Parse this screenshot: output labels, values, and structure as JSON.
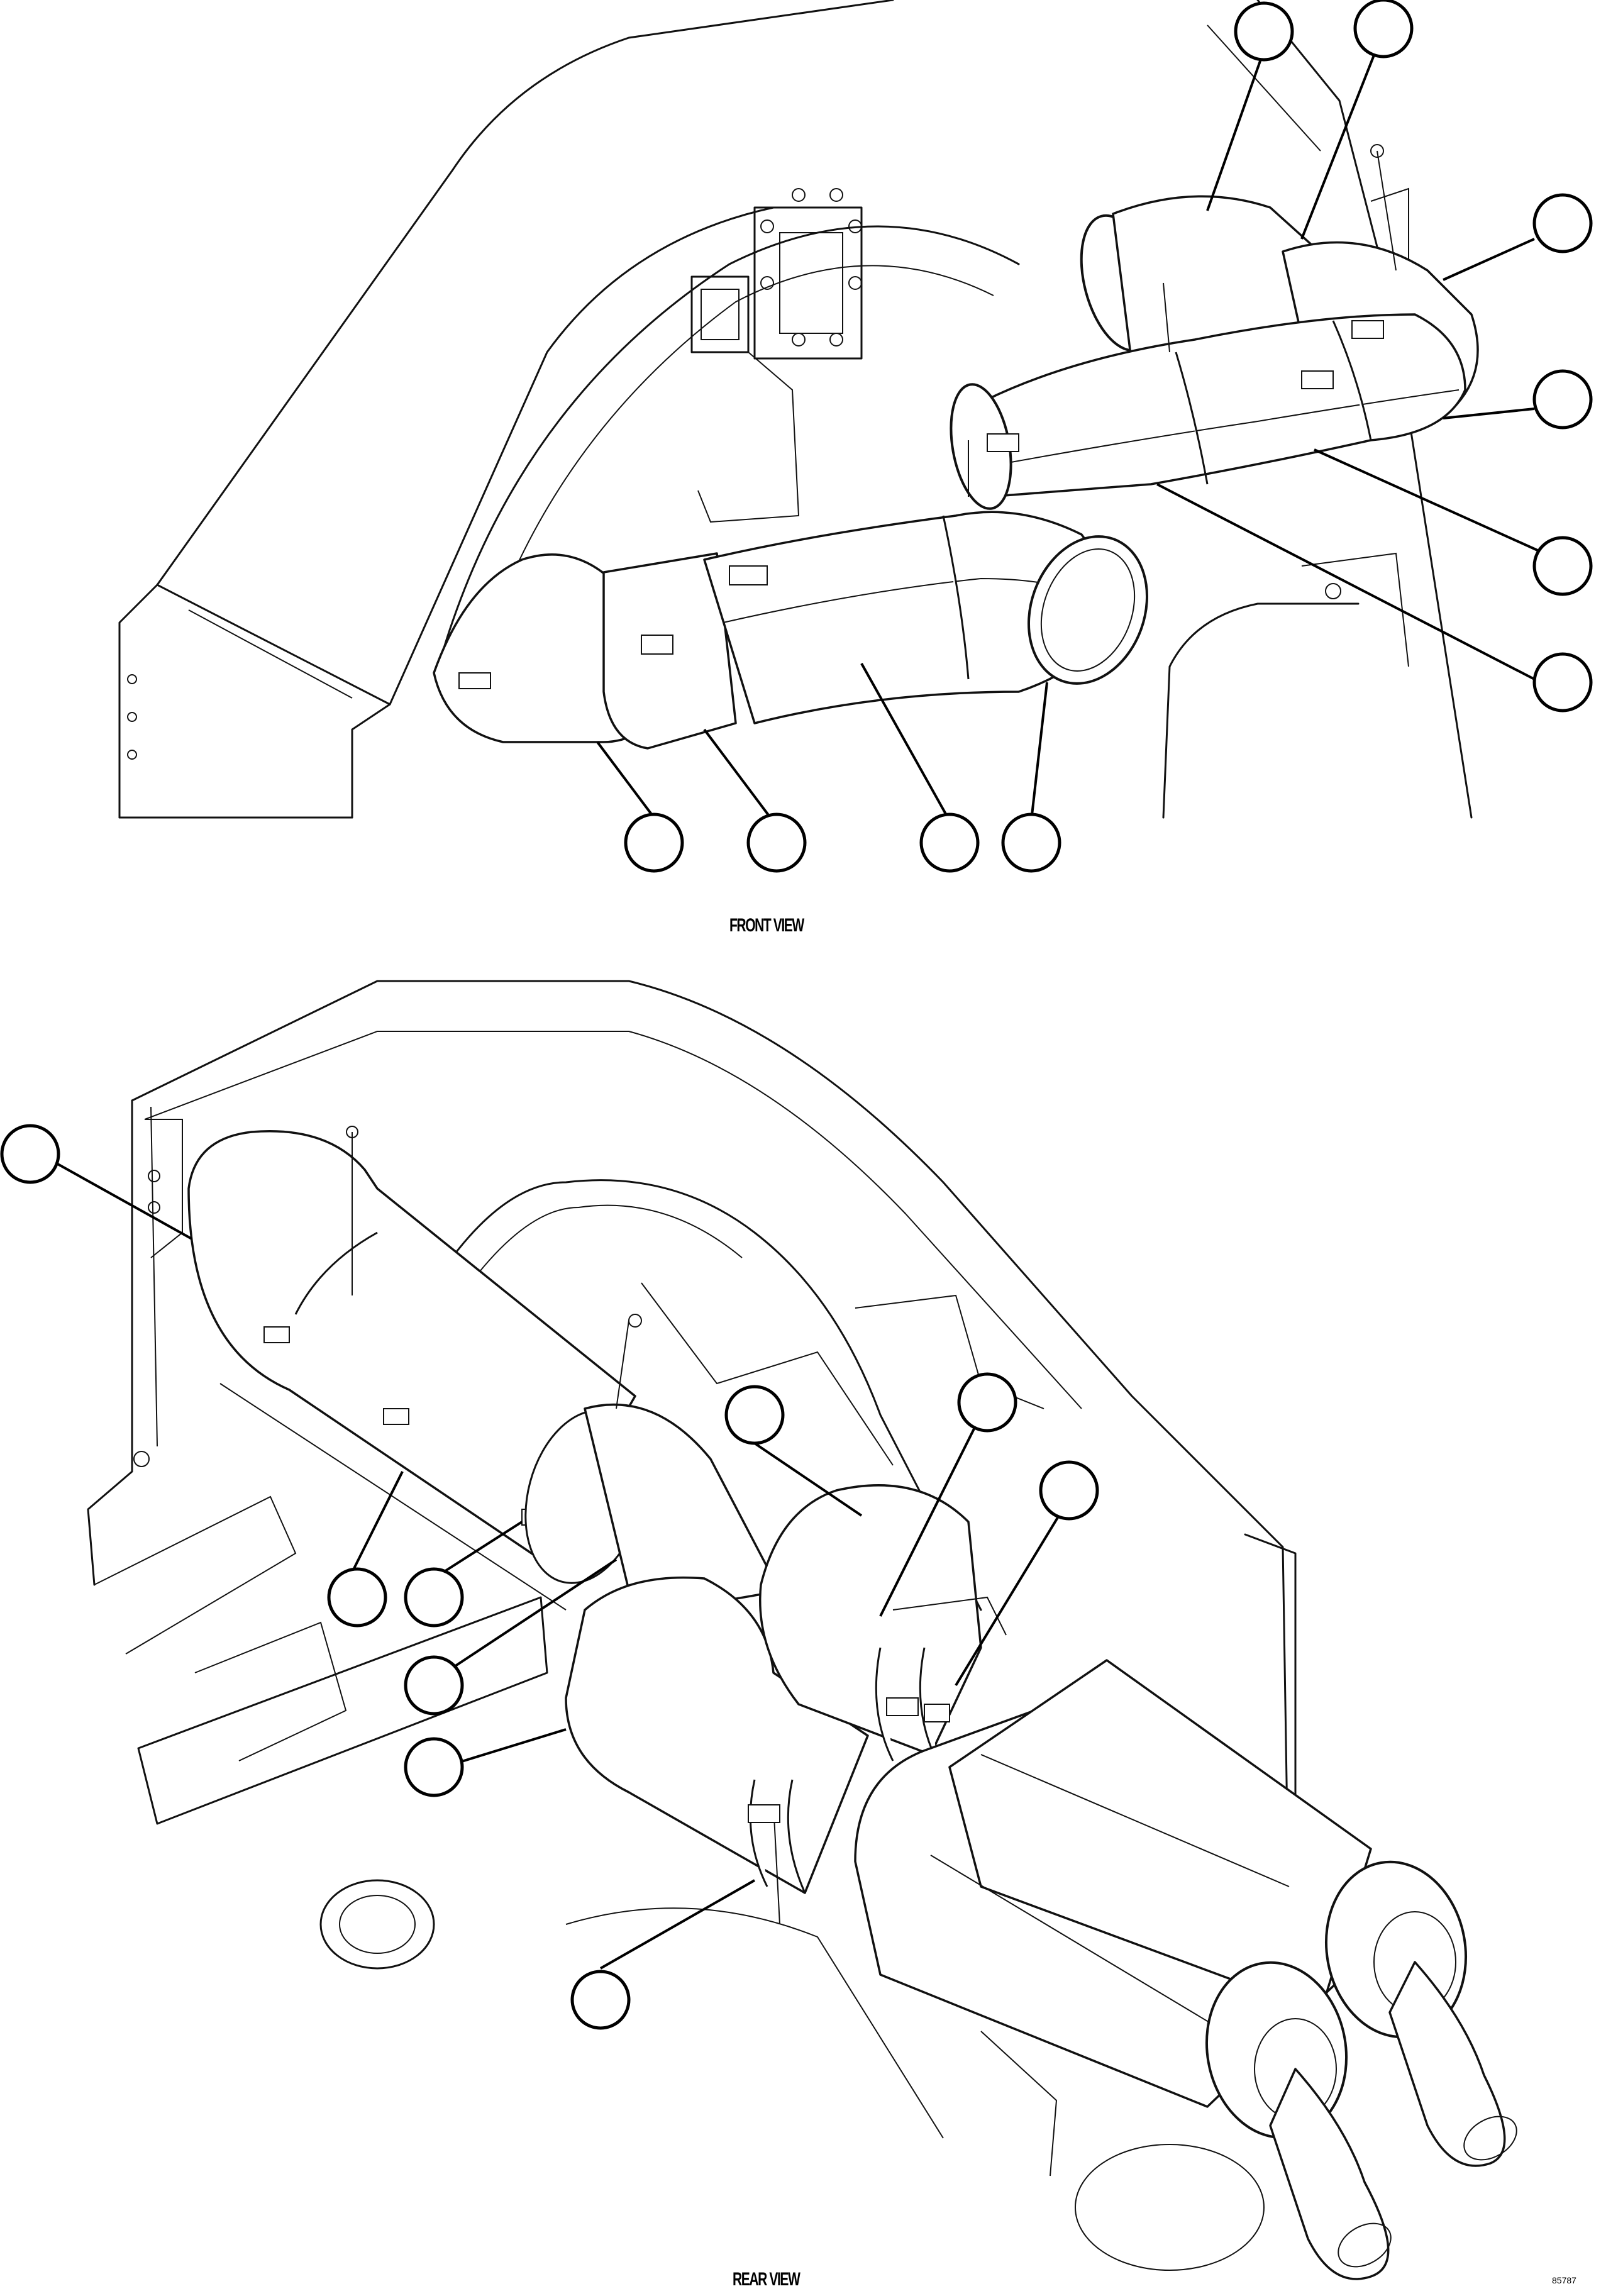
{
  "views": {
    "front": {
      "label": "FRONT VIEW"
    },
    "rear": {
      "label": "REAR VIEW"
    }
  },
  "figure_id": "85787"
}
